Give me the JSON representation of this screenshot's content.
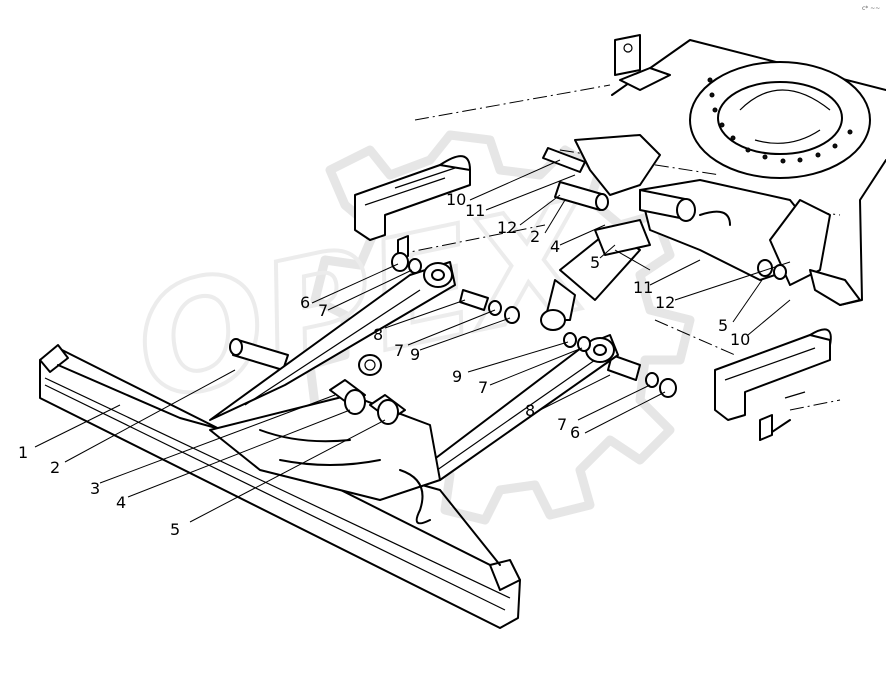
{
  "diagram": {
    "watermark_text": "OPEX",
    "corner_mark": "c* ~~",
    "callouts": [
      {
        "id": "c1",
        "label": "1"
      },
      {
        "id": "c2",
        "label": "2"
      },
      {
        "id": "c3",
        "label": "3"
      },
      {
        "id": "c4",
        "label": "4"
      },
      {
        "id": "c5",
        "label": "5"
      },
      {
        "id": "c6a",
        "label": "6"
      },
      {
        "id": "c7a",
        "label": "7"
      },
      {
        "id": "c8a",
        "label": "8"
      },
      {
        "id": "c7b",
        "label": "7"
      },
      {
        "id": "c9a",
        "label": "9"
      },
      {
        "id": "c10a",
        "label": "10"
      },
      {
        "id": "c11a",
        "label": "11"
      },
      {
        "id": "c12a",
        "label": "12"
      },
      {
        "id": "c2b",
        "label": "2"
      },
      {
        "id": "c4b",
        "label": "4"
      },
      {
        "id": "c5b",
        "label": "5"
      },
      {
        "id": "c11b",
        "label": "11"
      },
      {
        "id": "c12b",
        "label": "12"
      },
      {
        "id": "c5c",
        "label": "5"
      },
      {
        "id": "c10b",
        "label": "10"
      },
      {
        "id": "c9b",
        "label": "9"
      },
      {
        "id": "c7c",
        "label": "7"
      },
      {
        "id": "c8b",
        "label": "8"
      },
      {
        "id": "c7d",
        "label": "7"
      },
      {
        "id": "c6b",
        "label": "6"
      }
    ]
  }
}
